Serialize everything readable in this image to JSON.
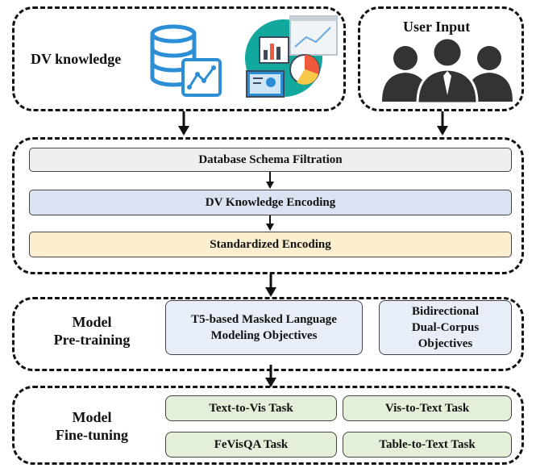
{
  "dv_knowledge": {
    "label": "DV knowledge"
  },
  "user_input": {
    "label": "User Input"
  },
  "encoding": {
    "steps": [
      {
        "label": "Database Schema Filtration",
        "color": "#efefef"
      },
      {
        "label": "DV Knowledge  Encoding",
        "color": "#dbe3f2"
      },
      {
        "label": "Standardized  Encoding",
        "color": "#fcefd0"
      }
    ]
  },
  "pretraining": {
    "label_line1": "Model",
    "label_line2": "Pre-training",
    "t5_line1": "T5-based Masked Language",
    "t5_line2": "Modeling Objectives",
    "bidir_line1": "Bidirectional",
    "bidir_line2": "Dual-Corpus",
    "bidir_line3": "Objectives",
    "box_color": "#e7eef8"
  },
  "finetuning": {
    "label_line1": "Model",
    "label_line2": "Fine-tuning",
    "tasks": [
      "Text-to-Vis Task",
      "Vis-to-Text Task",
      "FeVisQA Task",
      "Table-to-Text Task"
    ],
    "task_color": "#e3efd9"
  },
  "colors": {
    "db_blue": "#2c8fd6",
    "chart_teal": "#13a89e",
    "person_dark": "#333333"
  }
}
